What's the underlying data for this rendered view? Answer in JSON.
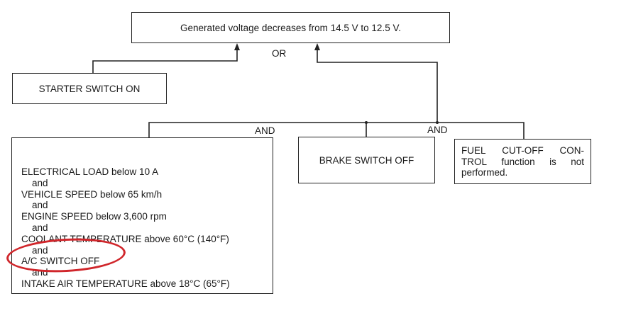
{
  "diagram": {
    "title_box": {
      "text": "Generated voltage decreases from 14.5 V to 12.5 V."
    },
    "or_label": "OR",
    "starter_box": {
      "text": "STARTER SWITCH ON"
    },
    "and_labels": [
      "AND",
      "AND"
    ],
    "conditions_box": {
      "lines": [
        {
          "text": "ELECTRICAL LOAD below 10 A",
          "type": "condition"
        },
        {
          "text": "and",
          "type": "conjunction"
        },
        {
          "text": "VEHICLE SPEED below 65 km/h",
          "type": "condition"
        },
        {
          "text": "and",
          "type": "conjunction"
        },
        {
          "text": "ENGINE SPEED below 3,600 rpm",
          "type": "condition"
        },
        {
          "text": "and",
          "type": "conjunction"
        },
        {
          "text": "COOLANT TEMPERATURE above 60°C (140°F)",
          "type": "condition"
        },
        {
          "text": "and",
          "type": "conjunction"
        },
        {
          "text": "A/C SWITCH OFF",
          "type": "condition",
          "highlighted": true
        },
        {
          "text": "and",
          "type": "conjunction"
        },
        {
          "text": "INTAKE AIR TEMPERATURE above 18°C (65°F)",
          "type": "condition"
        }
      ]
    },
    "brake_box": {
      "text": "BRAKE SWITCH OFF"
    },
    "fuel_box": {
      "row1": [
        "FUEL",
        "CUT-OFF",
        "CON-"
      ],
      "row2": [
        "TROL",
        "function",
        "is",
        "not"
      ],
      "row3": "performed."
    },
    "highlight_color": "#d0262b",
    "line_color": "#222222"
  }
}
